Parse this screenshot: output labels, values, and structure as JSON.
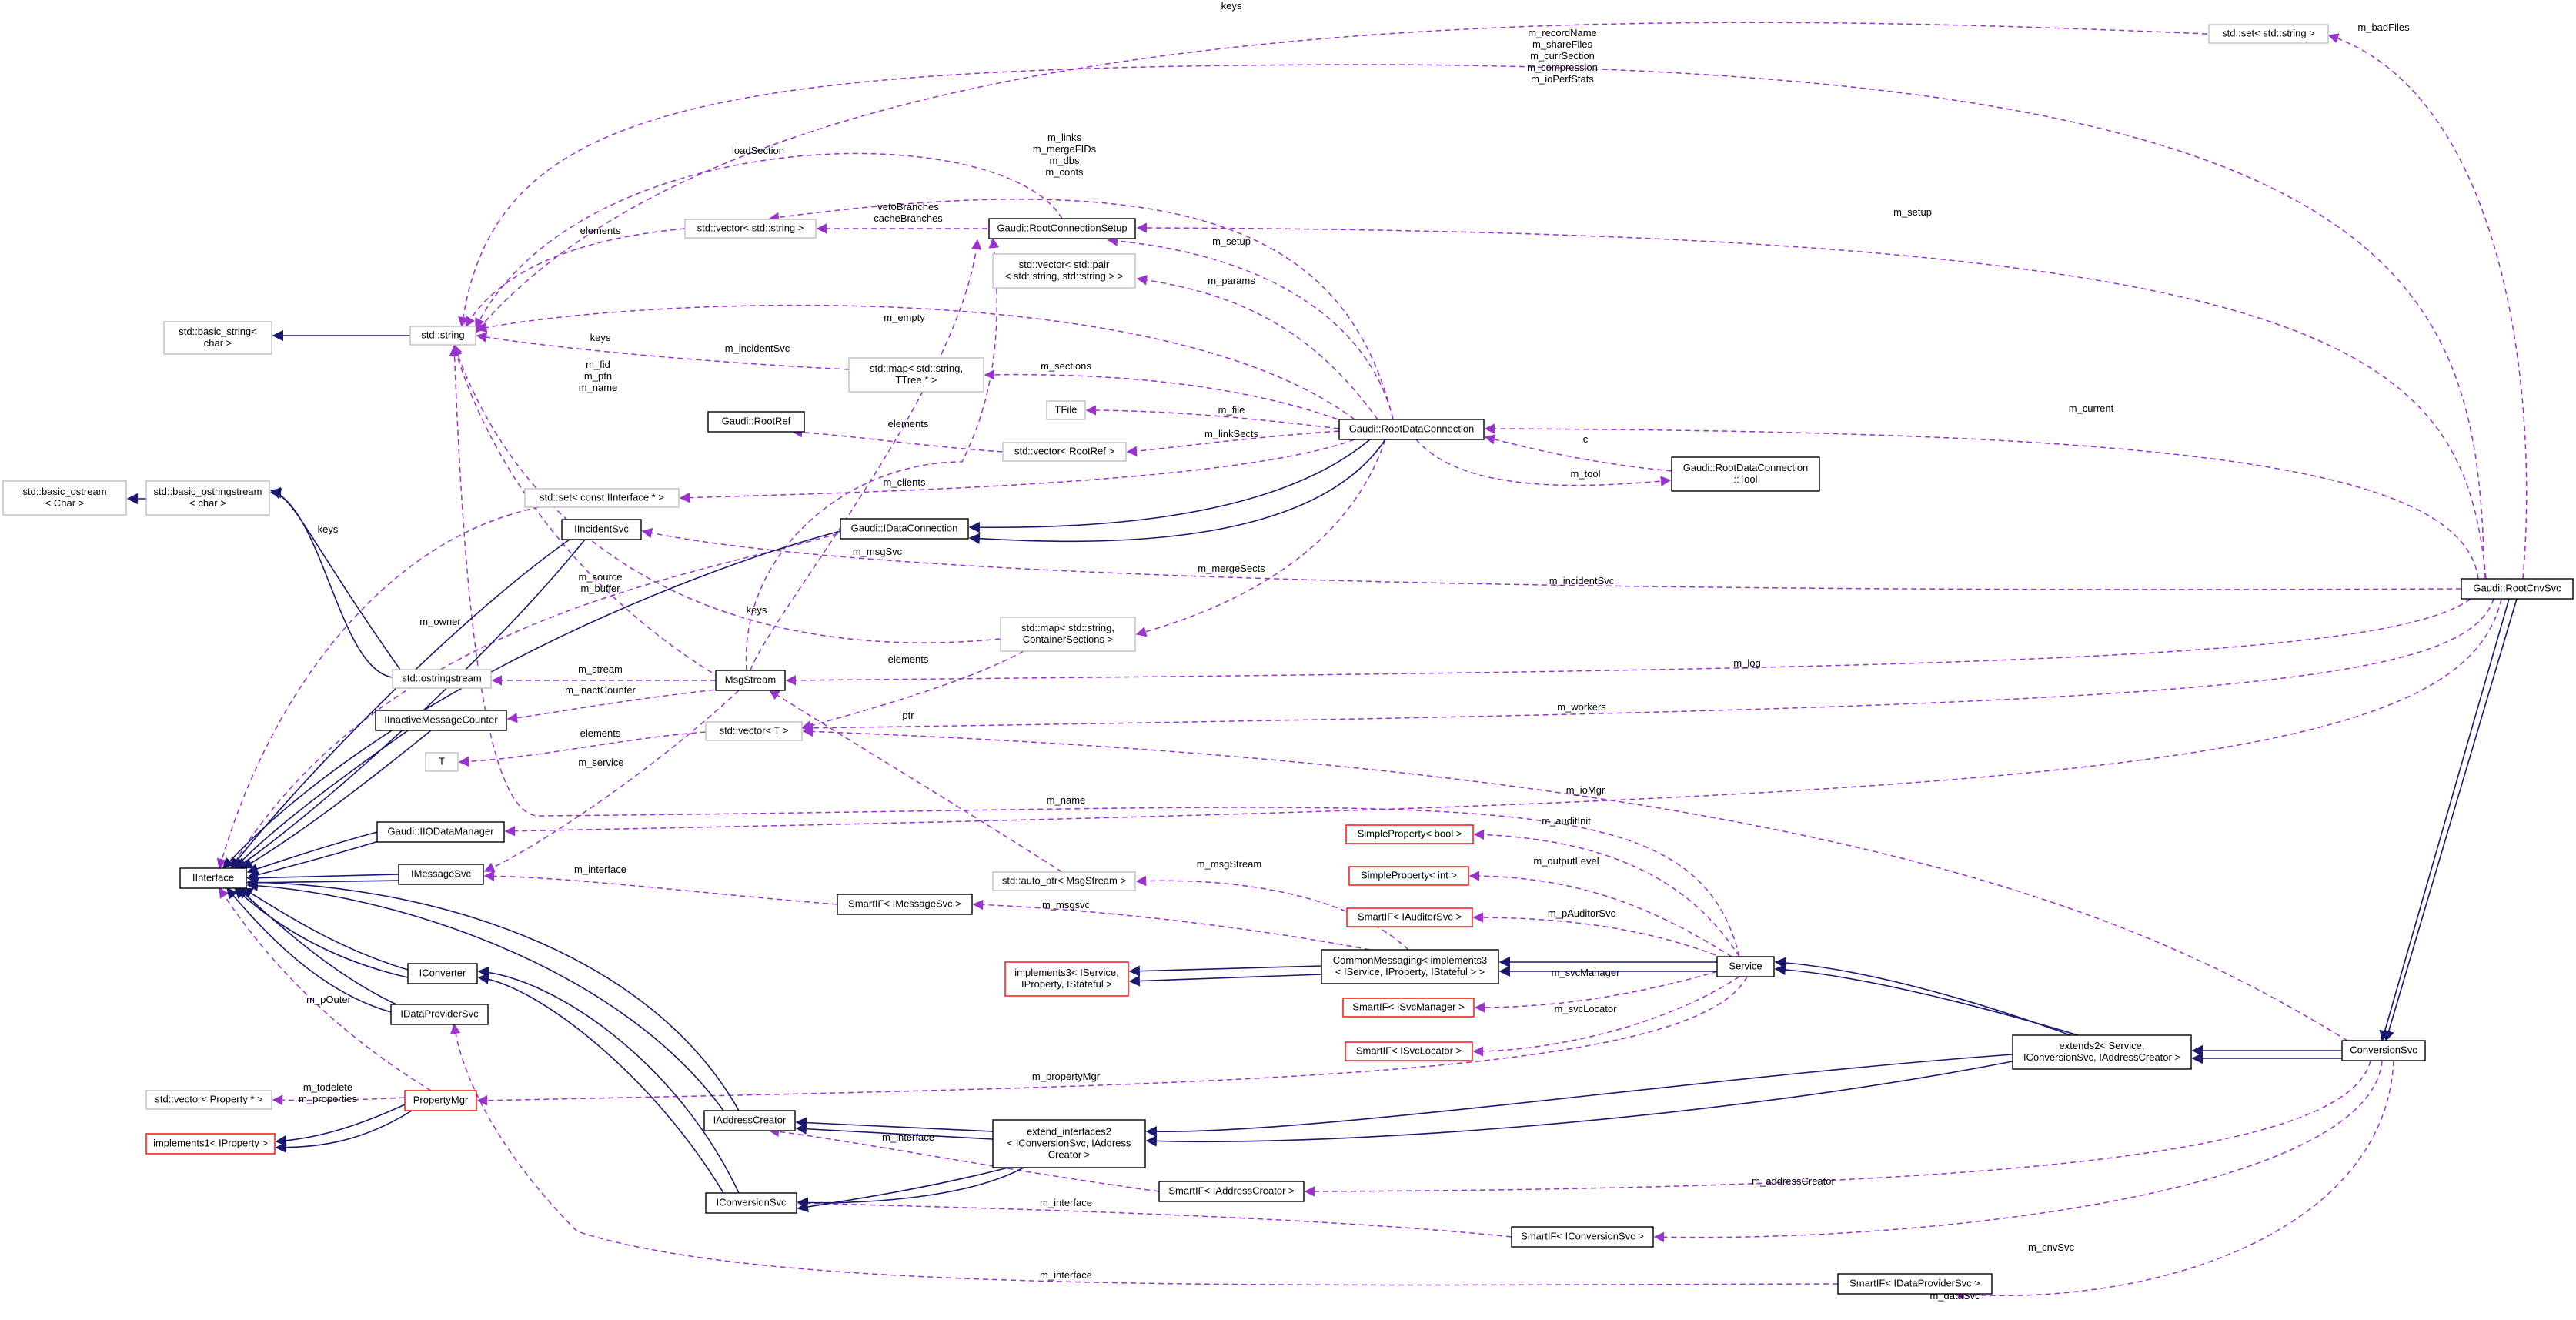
{
  "colors": {
    "node_border_documented": "#000000",
    "node_border_undocumented": "#bfbfbf",
    "node_border_truncated": "#ff0000",
    "node_fill_highlight": "#bfbfbf",
    "edge_usage": "#9a32cd",
    "edge_inheritance": "#191970"
  },
  "nodes": [
    {
      "id": "RootCnvSvc",
      "lines": [
        "Gaudi::RootCnvSvc"
      ],
      "style": "highlight"
    },
    {
      "id": "ConversionSvc",
      "lines": [
        "ConversionSvc"
      ],
      "style": "documented"
    },
    {
      "id": "extends2",
      "lines": [
        "extends2< Service,",
        "IConversionSvc, IAddressCreator >"
      ],
      "style": "documented"
    },
    {
      "id": "Service",
      "lines": [
        "Service"
      ],
      "style": "documented"
    },
    {
      "id": "CommonMessaging",
      "lines": [
        "CommonMessaging< implements3",
        "< IService, IProperty, IStateful > >"
      ],
      "style": "documented"
    },
    {
      "id": "implements3",
      "lines": [
        "implements3< IService,",
        "IProperty, IStateful >"
      ],
      "style": "truncated"
    },
    {
      "id": "SP_bool",
      "lines": [
        "SimpleProperty< bool >"
      ],
      "style": "truncated"
    },
    {
      "id": "SP_int",
      "lines": [
        "SimpleProperty< int >"
      ],
      "style": "truncated"
    },
    {
      "id": "SIF_IAuditorSvc",
      "lines": [
        "SmartIF< IAuditorSvc >"
      ],
      "style": "truncated"
    },
    {
      "id": "SIF_ISvcManager",
      "lines": [
        "SmartIF< ISvcManager >"
      ],
      "style": "truncated"
    },
    {
      "id": "SIF_ISvcLocator",
      "lines": [
        "SmartIF< ISvcLocator >"
      ],
      "style": "truncated"
    },
    {
      "id": "extend_interfaces2",
      "lines": [
        "extend_interfaces2",
        "< IConversionSvc, IAddress",
        "Creator >"
      ],
      "style": "documented"
    },
    {
      "id": "SIF_IAddressCreator",
      "lines": [
        "SmartIF< IAddressCreator >"
      ],
      "style": "documented"
    },
    {
      "id": "SIF_IConversionSvc",
      "lines": [
        "SmartIF< IConversionSvc >"
      ],
      "style": "documented"
    },
    {
      "id": "SIF_IDataProviderSvc",
      "lines": [
        "SmartIF< IDataProviderSvc >"
      ],
      "style": "documented"
    },
    {
      "id": "SIF_IMessageSvc",
      "lines": [
        "SmartIF< IMessageSvc >"
      ],
      "style": "documented"
    },
    {
      "id": "auto_ptr",
      "lines": [
        "std::auto_ptr< MsgStream >"
      ],
      "style": "undocumented"
    },
    {
      "id": "MsgStream",
      "lines": [
        "MsgStream"
      ],
      "style": "documented"
    },
    {
      "id": "vector_T",
      "lines": [
        "std::vector< T >"
      ],
      "style": "undocumented"
    },
    {
      "id": "T",
      "lines": [
        "T"
      ],
      "style": "undocumented"
    },
    {
      "id": "map_ContainerSections",
      "lines": [
        "std::map< std::string,",
        "ContainerSections >"
      ],
      "style": "undocumented"
    },
    {
      "id": "IDataConnection",
      "lines": [
        "Gaudi::IDataConnection"
      ],
      "style": "documented"
    },
    {
      "id": "RootDataConnection",
      "lines": [
        "Gaudi::RootDataConnection"
      ],
      "style": "documented"
    },
    {
      "id": "RootDataConnectionTool",
      "lines": [
        "Gaudi::RootDataConnection",
        "::Tool"
      ],
      "style": "documented"
    },
    {
      "id": "RootConnectionSetup",
      "lines": [
        "Gaudi::RootConnectionSetup"
      ],
      "style": "documented"
    },
    {
      "id": "vector_pair",
      "lines": [
        "std::vector< std::pair",
        "< std::string, std::string > >"
      ],
      "style": "undocumented"
    },
    {
      "id": "map_TTree",
      "lines": [
        "std::map< std::string,",
        "TTree * >"
      ],
      "style": "undocumented"
    },
    {
      "id": "TFile",
      "lines": [
        "TFile"
      ],
      "style": "undocumented"
    },
    {
      "id": "vector_RootRef",
      "lines": [
        "std::vector< RootRef >"
      ],
      "style": "undocumented"
    },
    {
      "id": "RootRef",
      "lines": [
        "Gaudi::RootRef"
      ],
      "style": "documented"
    },
    {
      "id": "set_IInterface",
      "lines": [
        "std::set< const IInterface * >"
      ],
      "style": "undocumented"
    },
    {
      "id": "vector_string",
      "lines": [
        "std::vector< std::string >"
      ],
      "style": "undocumented"
    },
    {
      "id": "std_string",
      "lines": [
        "std::string"
      ],
      "style": "undocumented"
    },
    {
      "id": "basic_string",
      "lines": [
        "std::basic_string<",
        "char >"
      ],
      "style": "undocumented"
    },
    {
      "id": "basic_ostringstream",
      "lines": [
        "std::basic_ostringstream",
        "< char >"
      ],
      "style": "undocumented"
    },
    {
      "id": "basic_ostream",
      "lines": [
        "std::basic_ostream",
        "< Char >"
      ],
      "style": "undocumented"
    },
    {
      "id": "ostringstream",
      "lines": [
        "std::ostringstream"
      ],
      "style": "undocumented"
    },
    {
      "id": "set_string",
      "lines": [
        "std::set< std::string >"
      ],
      "style": "undocumented"
    },
    {
      "id": "IIncidentSvc",
      "lines": [
        "IIncidentSvc"
      ],
      "style": "documented"
    },
    {
      "id": "IInactiveMessageCounter",
      "lines": [
        "IInactiveMessageCounter"
      ],
      "style": "documented"
    },
    {
      "id": "IIODataManager",
      "lines": [
        "Gaudi::IIODataManager"
      ],
      "style": "documented"
    },
    {
      "id": "IMessageSvc",
      "lines": [
        "IMessageSvc"
      ],
      "style": "documented"
    },
    {
      "id": "IInterface",
      "lines": [
        "IInterface"
      ],
      "style": "documented"
    },
    {
      "id": "IConverter",
      "lines": [
        "IConverter"
      ],
      "style": "documented"
    },
    {
      "id": "IDataProviderSvc",
      "lines": [
        "IDataProviderSvc"
      ],
      "style": "documented"
    },
    {
      "id": "PropertyMgr",
      "lines": [
        "PropertyMgr"
      ],
      "style": "truncated"
    },
    {
      "id": "vector_Property",
      "lines": [
        "std::vector< Property * >"
      ],
      "style": "undocumented"
    },
    {
      "id": "implements1",
      "lines": [
        "implements1< IProperty >"
      ],
      "style": "truncated"
    },
    {
      "id": "IAddressCreator",
      "lines": [
        "IAddressCreator"
      ],
      "style": "documented"
    },
    {
      "id": "IConversionSvc",
      "lines": [
        "IConversionSvc"
      ],
      "style": "documented"
    }
  ],
  "edge_labels": [
    {
      "id": "keys_top",
      "lines": [
        "keys"
      ]
    },
    {
      "id": "m_badFiles",
      "lines": [
        "m_badFiles"
      ]
    },
    {
      "id": "rootcnv_strings",
      "lines": [
        "m_recordName",
        "m_shareFiles",
        "m_currSection",
        "m_compression",
        "m_ioPerfStats"
      ]
    },
    {
      "id": "loadSection",
      "lines": [
        "loadSection"
      ]
    },
    {
      "id": "links_group",
      "lines": [
        "m_links",
        "m_mergeFIDs",
        "m_dbs",
        "m_conts"
      ]
    },
    {
      "id": "m_setup_top",
      "lines": [
        "m_setup"
      ]
    },
    {
      "id": "veto_cache",
      "lines": [
        "vetoBranches",
        "cacheBranches"
      ]
    },
    {
      "id": "elements_vs",
      "lines": [
        "elements"
      ]
    },
    {
      "id": "m_setup_mid",
      "lines": [
        "m_setup"
      ]
    },
    {
      "id": "m_params",
      "lines": [
        "m_params"
      ]
    },
    {
      "id": "m_empty",
      "lines": [
        "m_empty"
      ]
    },
    {
      "id": "keys_map",
      "lines": [
        "keys"
      ]
    },
    {
      "id": "m_incidentSvc_a",
      "lines": [
        "m_incidentSvc"
      ]
    },
    {
      "id": "fid_group",
      "lines": [
        "m_fid",
        "m_pfn",
        "m_name"
      ]
    },
    {
      "id": "m_sections",
      "lines": [
        "m_sections"
      ]
    },
    {
      "id": "m_file",
      "lines": [
        "m_file"
      ]
    },
    {
      "id": "m_current",
      "lines": [
        "m_current"
      ]
    },
    {
      "id": "elements_rr",
      "lines": [
        "elements"
      ]
    },
    {
      "id": "m_linkSects",
      "lines": [
        "m_linkSects"
      ]
    },
    {
      "id": "c_label",
      "lines": [
        "c"
      ]
    },
    {
      "id": "m_clients",
      "lines": [
        "m_clients"
      ]
    },
    {
      "id": "m_tool",
      "lines": [
        "m_tool"
      ]
    },
    {
      "id": "keys_left",
      "lines": [
        "keys"
      ]
    },
    {
      "id": "m_msgSvc",
      "lines": [
        "m_msgSvc"
      ]
    },
    {
      "id": "m_mergeSects",
      "lines": [
        "m_mergeSects"
      ]
    },
    {
      "id": "m_incidentSvc_b",
      "lines": [
        "m_incidentSvc"
      ]
    },
    {
      "id": "source_buffer",
      "lines": [
        "m_source",
        "m_buffer"
      ]
    },
    {
      "id": "m_owner",
      "lines": [
        "m_owner"
      ]
    },
    {
      "id": "keys_cs",
      "lines": [
        "keys"
      ]
    },
    {
      "id": "m_stream",
      "lines": [
        "m_stream"
      ]
    },
    {
      "id": "elements_cs",
      "lines": [
        "elements"
      ]
    },
    {
      "id": "m_log",
      "lines": [
        "m_log"
      ]
    },
    {
      "id": "m_inactCounter",
      "lines": [
        "m_inactCounter"
      ]
    },
    {
      "id": "m_workers",
      "lines": [
        "m_workers"
      ]
    },
    {
      "id": "ptr",
      "lines": [
        "ptr"
      ]
    },
    {
      "id": "elements_T",
      "lines": [
        "elements"
      ]
    },
    {
      "id": "m_service",
      "lines": [
        "m_service"
      ]
    },
    {
      "id": "m_ioMgr",
      "lines": [
        "m_ioMgr"
      ]
    },
    {
      "id": "m_name",
      "lines": [
        "m_name"
      ]
    },
    {
      "id": "m_auditInit",
      "lines": [
        "m_auditInit"
      ]
    },
    {
      "id": "m_interface_msg",
      "lines": [
        "m_interface"
      ]
    },
    {
      "id": "m_msgStream",
      "lines": [
        "m_msgStream"
      ]
    },
    {
      "id": "m_outputLevel",
      "lines": [
        "m_outputLevel"
      ]
    },
    {
      "id": "m_msgsvc",
      "lines": [
        "m_msgsvc"
      ]
    },
    {
      "id": "m_pAuditorSvc",
      "lines": [
        "m_pAuditorSvc"
      ]
    },
    {
      "id": "m_svcManager",
      "lines": [
        "m_svcManager"
      ]
    },
    {
      "id": "m_svcLocator",
      "lines": [
        "m_svcLocator"
      ]
    },
    {
      "id": "m_pOuter",
      "lines": [
        "m_pOuter"
      ]
    },
    {
      "id": "todelete_props",
      "lines": [
        "m_todelete",
        "m_properties"
      ]
    },
    {
      "id": "m_propertyMgr",
      "lines": [
        "m_propertyMgr"
      ]
    },
    {
      "id": "m_interface_ac",
      "lines": [
        "m_interface"
      ]
    },
    {
      "id": "m_addressCreator",
      "lines": [
        "m_addressCreator"
      ]
    },
    {
      "id": "m_interface_cs",
      "lines": [
        "m_interface"
      ]
    },
    {
      "id": "m_cnvSvc",
      "lines": [
        "m_cnvSvc"
      ]
    },
    {
      "id": "m_interface_dp",
      "lines": [
        "m_interface"
      ]
    },
    {
      "id": "m_dataSvc",
      "lines": [
        "m_dataSvc"
      ]
    }
  ]
}
